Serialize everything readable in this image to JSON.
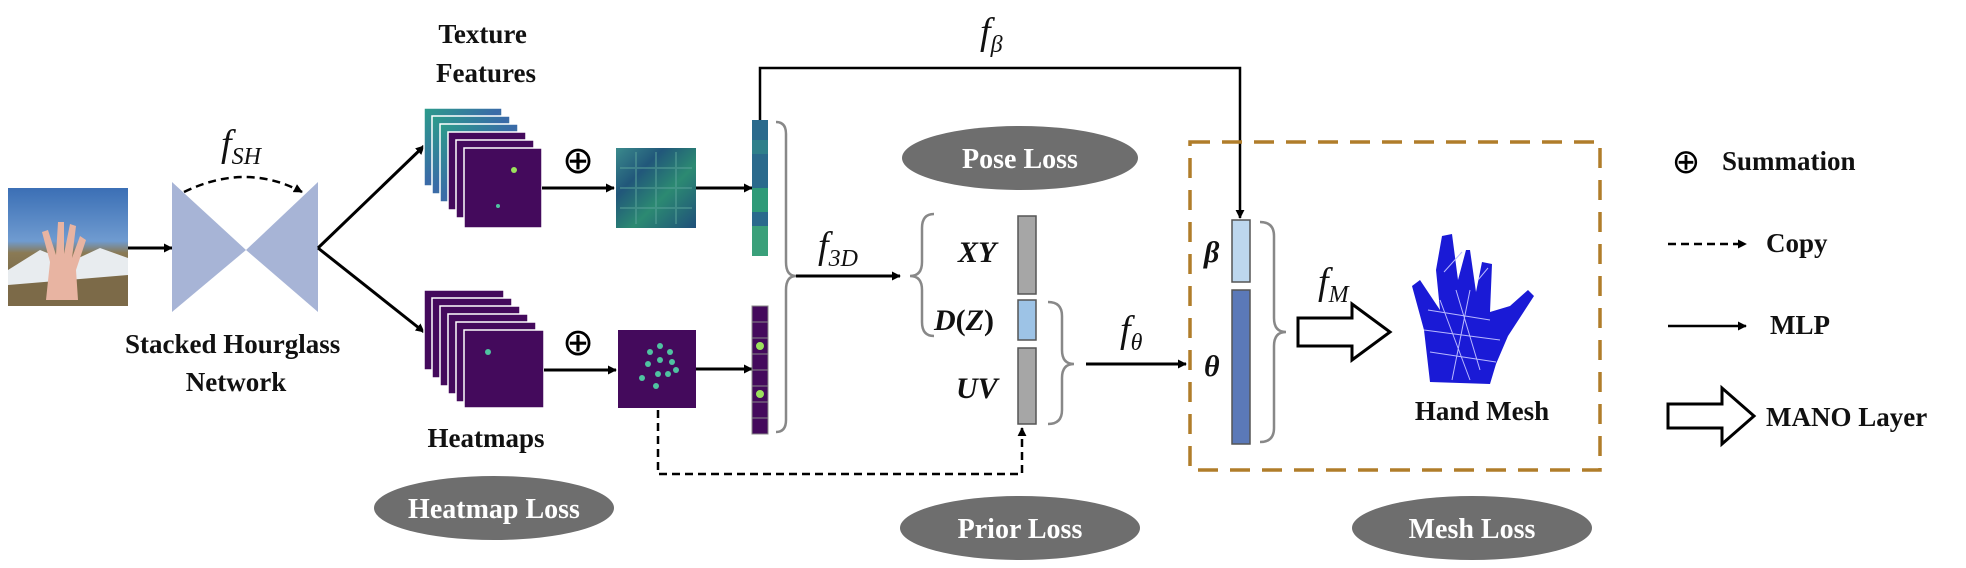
{
  "labels": {
    "network_line1": "Stacked Hourglass",
    "network_line2": "Network",
    "texture_line1": "Texture",
    "texture_line2": "Features",
    "heatmaps": "Heatmaps",
    "hand_mesh": "Hand Mesh",
    "xy": "XY",
    "dz_d": "D",
    "dz_open": "(",
    "dz_z": "Z",
    "dz_close": ")",
    "uv": "UV",
    "beta": "β",
    "theta": "θ"
  },
  "functions": {
    "f_sh_main": "f",
    "f_sh_sub": "SH",
    "f_beta_main": "f",
    "f_beta_sub": "β",
    "f_3d_main": "f",
    "f_3d_sub": "3D",
    "f_theta_main": "f",
    "f_theta_sub": "θ",
    "f_m_main": "f",
    "f_m_sub": "M"
  },
  "losses": {
    "pose": "Pose Loss",
    "prior": "Prior Loss",
    "heatmap": "Heatmap Loss",
    "mesh": "Mesh Loss"
  },
  "summation_symbol": "⊕",
  "legend": {
    "summation": "Summation",
    "copy": "Copy",
    "mlp": "MLP",
    "mano": "MANO Layer"
  },
  "colors": {
    "hourglass": "#a7b4d6",
    "heatmap_purple": "#440a5c",
    "feature_blue": "#2a5d8a",
    "pose_bar": "#a6a6a6",
    "dz_bar": "#9dc3e6",
    "beta_bar": "#bdd7ee",
    "theta_bar": "#5b79b8",
    "mesh_box": "#b07d2a",
    "loss_ellipse": "#6e6e6e",
    "mesh_blue": "#1a1ad6"
  }
}
